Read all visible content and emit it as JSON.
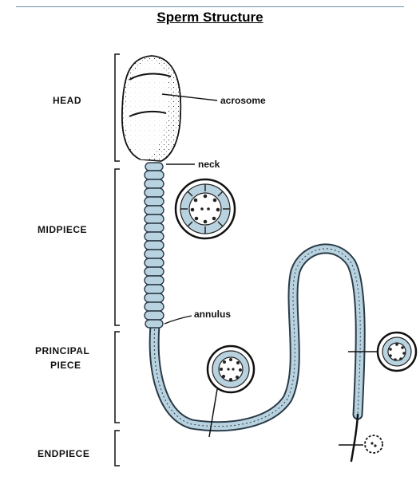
{
  "title": "Sperm Structure",
  "regions": {
    "head": "HEAD",
    "midpiece": "MIDPIECE",
    "principal_line1": "PRINCIPAL",
    "principal_line2": "PIECE",
    "endpiece": "ENDPIECE"
  },
  "parts": {
    "acrosome": "acrosome",
    "neck": "neck",
    "annulus": "annulus"
  },
  "colors": {
    "ink": "#111111",
    "tail_fill": "#b9d2e0",
    "tail_stroke": "#2a3b48",
    "rule": "#6f8fa6"
  }
}
